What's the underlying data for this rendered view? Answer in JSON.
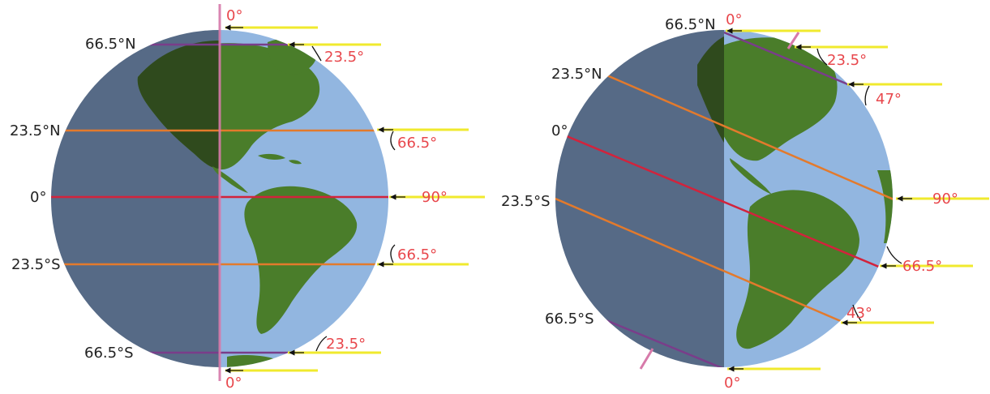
{
  "colors": {
    "night": "#566a86",
    "day_ocean": "#92b6e0",
    "land_day": "#4a7d2a",
    "land_night": "#2f4a1d",
    "sun_ray": "#f0ea2e",
    "tropic": "#e37a2c",
    "equator": "#d2233c",
    "polar": "#7a3d8a",
    "axis": "#d77aaa",
    "angle_text": "#e8474c",
    "label_text": "#222222"
  },
  "diagrams": [
    {
      "name": "equinox-globe",
      "lat_labels": [
        "66.5°N",
        "23.5°N",
        "0°",
        "23.5°S",
        "66.5°S"
      ],
      "angles": [
        "0°",
        "23.5°",
        "66.5°",
        "90°",
        "66.5°",
        "23.5°",
        "0°"
      ]
    },
    {
      "name": "solstice-globe",
      "lat_labels": [
        "66.5°N",
        "23.5°N",
        "0°",
        "23.5°S",
        "66.5°S"
      ],
      "angles": [
        "0°",
        "23.5°",
        "47°",
        "90°",
        "66.5°",
        "43°",
        "0°"
      ]
    }
  ]
}
